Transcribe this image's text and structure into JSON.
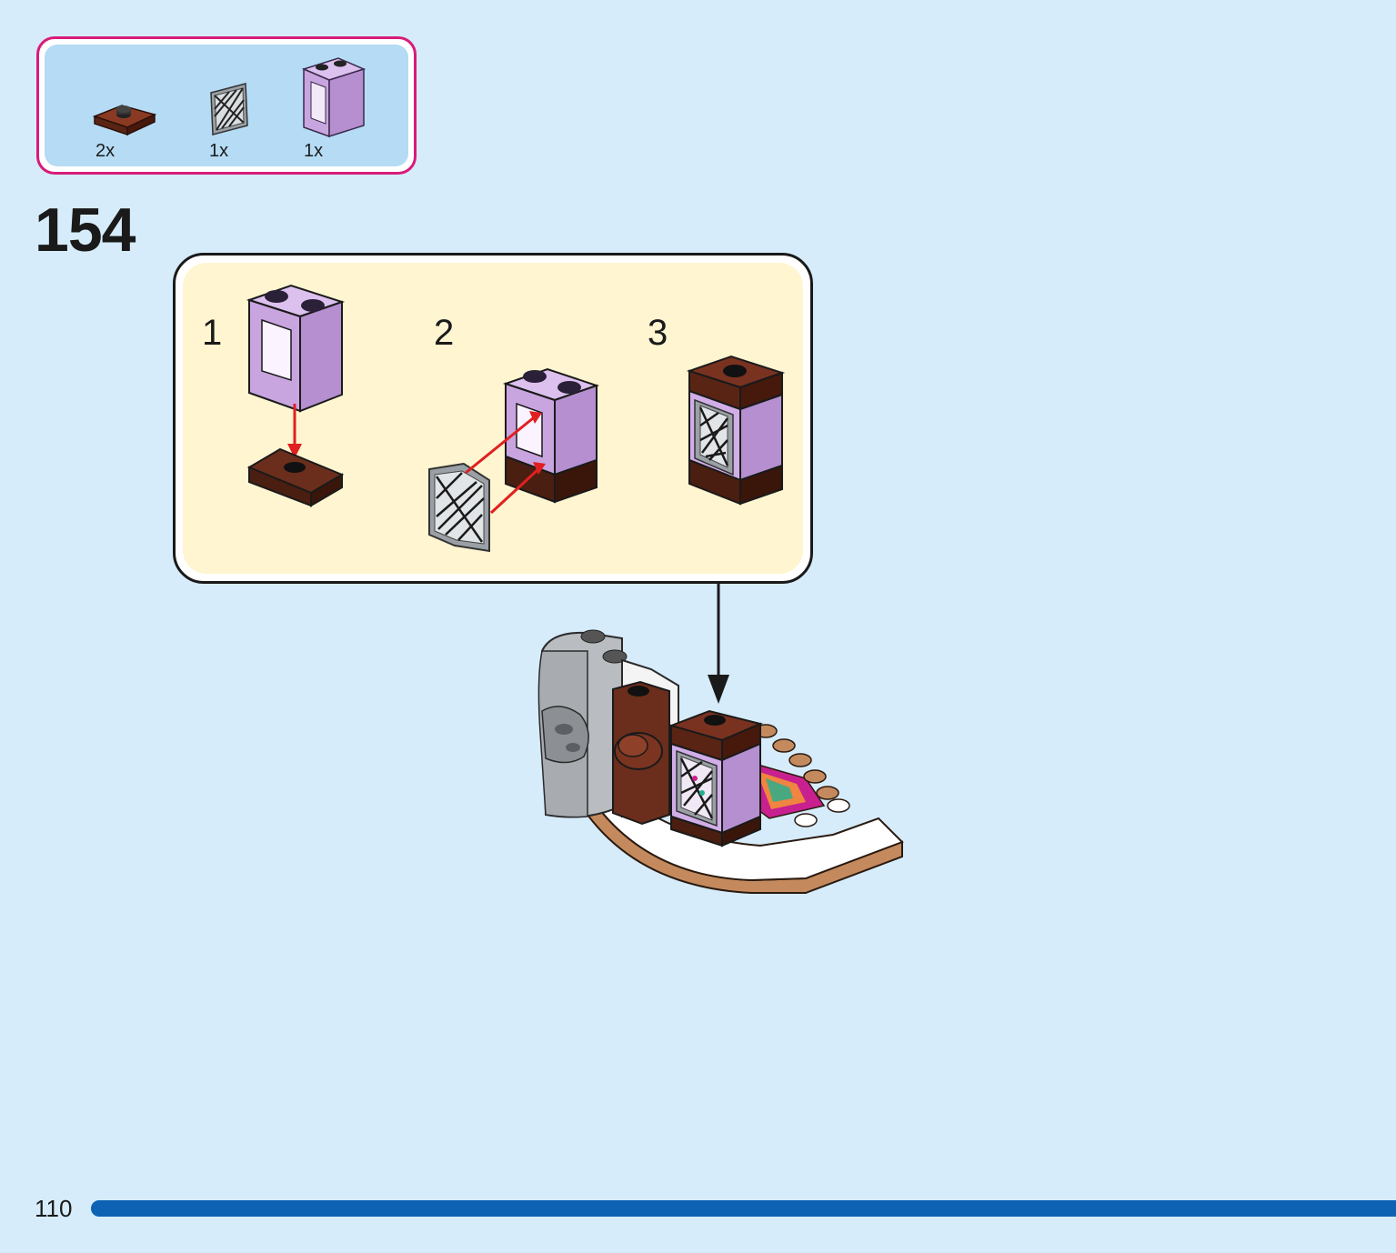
{
  "parts_list": [
    {
      "qty": "2x",
      "icon": "brown-plate-1x2-jumper-icon"
    },
    {
      "qty": "1x",
      "icon": "window-glass-lattice-icon"
    },
    {
      "qty": "1x",
      "icon": "lavender-window-frame-icon"
    }
  ],
  "step": {
    "number": "154"
  },
  "substeps": [
    {
      "label": "1"
    },
    {
      "label": "2"
    },
    {
      "label": "3"
    }
  ],
  "page": {
    "number": "110"
  },
  "colors": {
    "background": "#d6ecfa",
    "parts_border": "#d81b7a",
    "parts_fill": "#b5dbf5",
    "substep_fill": "#fff5d0",
    "lavender": "#c9a5e0",
    "brown": "#6b2e1c",
    "arrow_red": "#e02020",
    "page_bar": "#0e62b4"
  }
}
